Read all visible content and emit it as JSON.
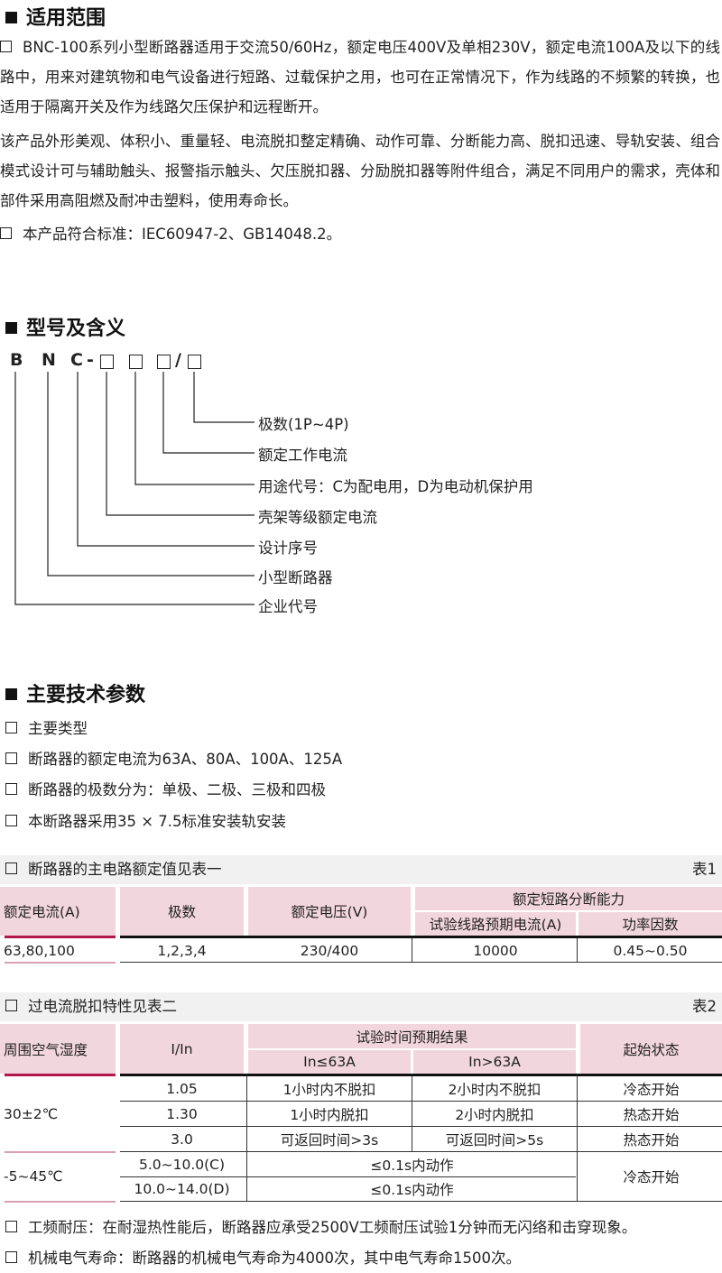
{
  "sections": {
    "scope": {
      "title": "适用范围",
      "p1": "BNC-100系列小型断路器适用于交流50/60Hz，额定电压400V及单相230V，额定电流100A及以下的线路中，用来对建筑物和电气设备进行短路、过载保护之用，也可在正常情况下，作为线路的不频繁的转换，也适用于隔离开关及作为线路欠压保护和远程断开。",
      "p2": "该产品外形美观、体积小、重量轻、电流脱扣整定精确、动作可靠、分断能力高、脱扣迅速、导轨安装、组合模式设计可与辅助触头、报警指示触头、欠压脱扣器、分励脱扣器等附件组合，满足不同用户的需求，壳体和部件采用高阻燃及耐冲击塑料，使用寿命长。",
      "p3": "本产品符合标准：IEC60947-2、GB14048.2。"
    },
    "model": {
      "title": "型号及含义",
      "letters": [
        "B",
        "N",
        "C",
        "-",
        "/"
      ],
      "labels": [
        "极数(1P~4P)",
        "额定工作电流",
        "用途代号：C为配电用，D为电动机保护用",
        "壳架等级额定电流",
        "设计序号",
        "小型断路器",
        "企业代号"
      ]
    },
    "params": {
      "title": "主要技术参数",
      "items": [
        "主要类型",
        "断路器的额定电流为63A、80A、100A、125A",
        "断路器的极数分为：单极、二极、三极和四极",
        "本断路器采用35 × 7.5标准安装轨安装"
      ]
    }
  },
  "table1": {
    "caption": "断路器的主电路额定值见表一",
    "num": "表1",
    "headers": {
      "current": "额定电流(A)",
      "poles": "极数",
      "voltage": "额定电压(V)",
      "breaking": "额定短路分断能力",
      "test_current": "试验线路预期电流(A)",
      "pf": "功率因数"
    },
    "row": {
      "current": "63,80,100",
      "poles": "1,2,3,4",
      "voltage": "230/400",
      "test_current": "10000",
      "pf": "0.45~0.50"
    }
  },
  "table2": {
    "caption": "过电流脱扣特性见表二",
    "num": "表2",
    "headers": {
      "temp": "周围空气湿度",
      "ratio": "I/In",
      "result": "试验时间预期结果",
      "le63": "In≤63A",
      "gt63": "In>63A",
      "start": "起始状态"
    },
    "group1": {
      "temp": "30±2℃",
      "rows": [
        {
          "ratio": "1.05",
          "le63": "1小时内不脱扣",
          "gt63": "2小时内不脱扣",
          "start": "冷态开始"
        },
        {
          "ratio": "1.30",
          "le63": "1小时内脱扣",
          "gt63": "2小时内脱扣",
          "start": "热态开始"
        },
        {
          "ratio": "3.0",
          "le63": "可返回时间>3s",
          "gt63": "可返回时间>5s",
          "start": "热态开始"
        }
      ]
    },
    "group2": {
      "temp": "-5~45℃",
      "start": "冷态开始",
      "rows": [
        {
          "ratio": "5.0~10.0(C)",
          "result": "≤0.1s内动作"
        },
        {
          "ratio": "10.0~14.0(D)",
          "result": "≤0.1s内动作"
        }
      ]
    }
  },
  "footer": [
    "工频耐压：在耐湿热性能后，断路器应承受2500V工频耐压试验1分钟而无闪络和击穿现象。",
    "机械电气寿命：断路器的机械电气寿命为4000次，其中电气寿命1500次。"
  ]
}
